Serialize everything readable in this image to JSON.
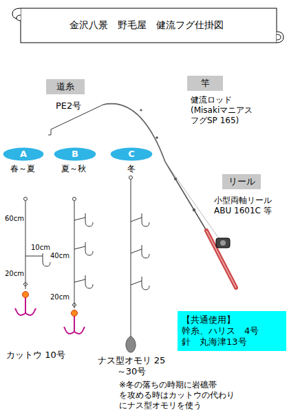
{
  "diagram": {
    "title": "金沢八景　野毛屋　健流フグ仕掛図",
    "nodes": [
      {
        "text": [
          "道糸"
        ]
      },
      {
        "text": [
          "竿"
        ]
      },
      {
        "text": [
          "リール"
        ]
      },
      {
        "text": [
          "A"
        ]
      },
      {
        "text": [
          "B"
        ]
      },
      {
        "text": [
          "C"
        ]
      },
      {
        "text": [
          "【共通使用】",
          "幹糸、ハリス　4号",
          "針　丸海津13号"
        ]
      }
    ],
    "labels": [
      "PE2号",
      "健流ロッド (Misakiマニアス フグSP 165)",
      "小型両軸リール ABU 1601C 等",
      "春～夏",
      "夏～秋",
      "冬",
      "60cm",
      "10cm",
      "20cm",
      "40cm",
      "20cm",
      "カットウ 10号",
      "ナス型オモリ 25～30号",
      "※冬の落ちの時期に岩礁帯 を攻める時はカットウの代わり にナス型オモリを使う"
    ]
  }
}
